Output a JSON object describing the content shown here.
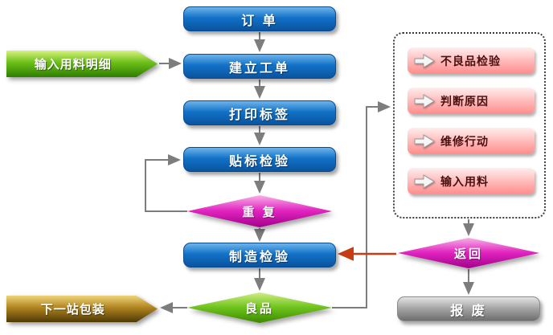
{
  "nodes": {
    "order": {
      "label": "订 单"
    },
    "input_material_detail": {
      "label": "输入用料明细"
    },
    "create_work_order": {
      "label": "建立工单"
    },
    "print_label": {
      "label": "打印标签"
    },
    "label_inspection": {
      "label": "贴标检验"
    },
    "repeat": {
      "label": "重 复"
    },
    "manufacturing_inspection": {
      "label": "制造检验"
    },
    "good_product": {
      "label": "良品"
    },
    "next_station_packaging": {
      "label": "下一站包装"
    },
    "defect_panel": {
      "items": [
        {
          "label": "不良品检验"
        },
        {
          "label": "判断原因"
        },
        {
          "label": "维修行动"
        },
        {
          "label": "输入用料"
        }
      ]
    },
    "return_decision": {
      "label": "返回"
    },
    "scrap": {
      "label": "报 废"
    }
  },
  "colors": {
    "process_box_blue": "#0b62b8",
    "decision_magenta": "#d800ae",
    "decision_green": "#54b40a",
    "input_shape_green": "#55a80a",
    "output_shape_gold": "#8a6a10",
    "defect_item_pink": "#ff9a9a",
    "scrap_gray": "#8c8c8c",
    "connector_gray": "#7d7d7d",
    "return_arrow_red": "#c83c14"
  }
}
